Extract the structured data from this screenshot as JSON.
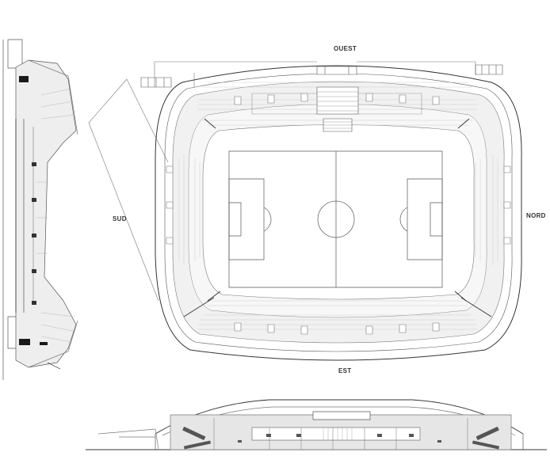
{
  "orientation": {
    "top": "OUEST",
    "bottom": "EST",
    "left": "SUD",
    "right": "NORD"
  },
  "colors": {
    "line": "#333333",
    "thin_line": "#8a8a8a",
    "stand_fill": "#e6e6e6",
    "dark_fill": "#1a1a1a",
    "background": "#ffffff"
  }
}
